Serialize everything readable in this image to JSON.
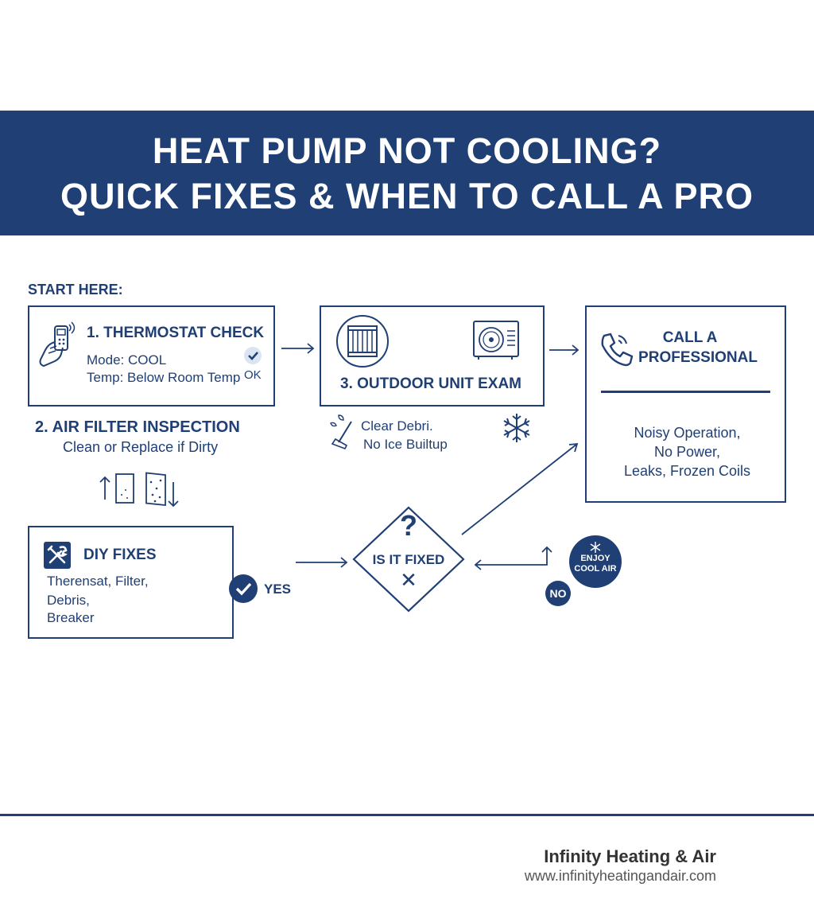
{
  "banner": {
    "title_line1": "HEAT PUMP NOT COOLING?",
    "title_line2": "QUICK FIXES & WHEN TO CALL A PRO"
  },
  "start_label": "START HERE:",
  "step1": {
    "title": "1. THERMOSTAT CHECK",
    "mode": "Mode: COOL",
    "temp": "Temp: Below Room Temp",
    "ok": "OK"
  },
  "step2": {
    "title": "2. AIR FILTER INSPECTION",
    "detail": "Clean or Replace if Dirty"
  },
  "step3": {
    "title": "3. OUTDOOR UNIT EXAM",
    "note1": "Clear Debri.",
    "note2": "No Ice Builtup"
  },
  "professional": {
    "title_line1": "CALL A",
    "title_line2": "PROFESSIONAL",
    "line1": "Noisy Operation,",
    "line2": "No Power,",
    "line3": "Leaks, Frozen Coils"
  },
  "diy": {
    "title": "DIY FIXES",
    "line1": "Therensat, Filter,",
    "line2": "Debris,",
    "line3": "Breaker"
  },
  "decision": {
    "question_mark": "?",
    "label": "IS IT FIXED",
    "x_mark": "✕"
  },
  "yes_label": "YES",
  "no_label": "NO",
  "enjoy": {
    "line1": "ENJOY",
    "line2": "COOL AIR"
  },
  "footer": {
    "company": "Infinity Heating & Air",
    "url": "www.infinityheatingandair.com"
  },
  "colors": {
    "primary": "#1f3f75",
    "background": "#ffffff"
  }
}
